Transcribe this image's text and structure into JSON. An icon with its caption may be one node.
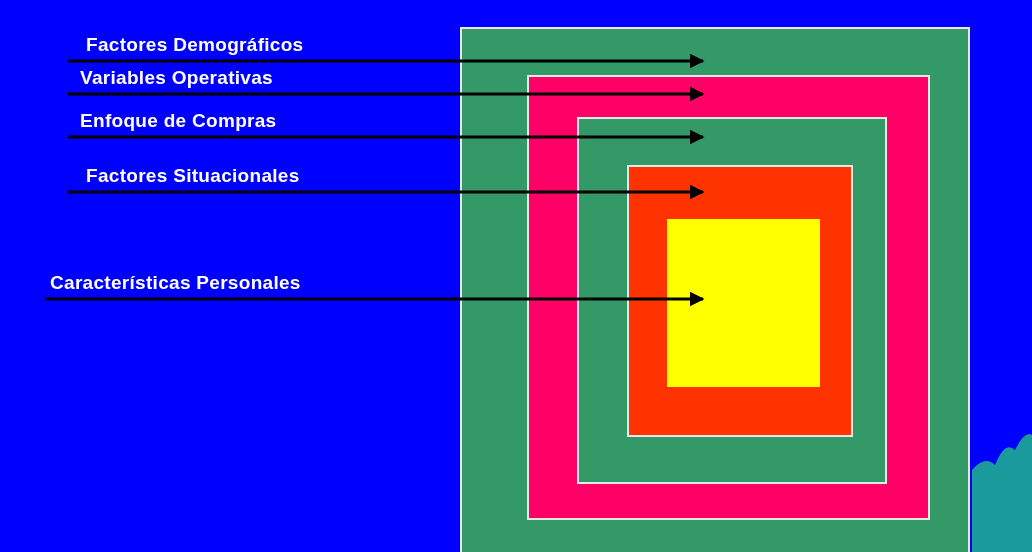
{
  "diagram": {
    "nodes": [
      {
        "text": [
          "Factores Demográficos"
        ]
      },
      {
        "text": [
          "Variables Operativas"
        ]
      },
      {
        "text": [
          "Enfoque de Compras"
        ]
      },
      {
        "text": [
          "Factores Situacionales"
        ]
      },
      {
        "text": [
          "Características Personales"
        ]
      },
      {
        "text": [],
        "shape": "box"
      },
      {
        "text": [],
        "shape": "box",
        "in": 5
      },
      {
        "text": [],
        "shape": "box",
        "in": 6
      },
      {
        "text": [],
        "shape": "box",
        "in": 7
      },
      {
        "text": [],
        "shape": "box",
        "in": 8
      }
    ],
    "edges": [
      {
        "from": 0,
        "to": 5,
        "arrow": "to"
      },
      {
        "from": 1,
        "to": 6,
        "arrow": "to"
      },
      {
        "from": 2,
        "to": 7,
        "arrow": "to"
      },
      {
        "from": 3,
        "to": 8,
        "arrow": "to"
      },
      {
        "from": 4,
        "to": 9,
        "arrow": "to"
      }
    ]
  }
}
